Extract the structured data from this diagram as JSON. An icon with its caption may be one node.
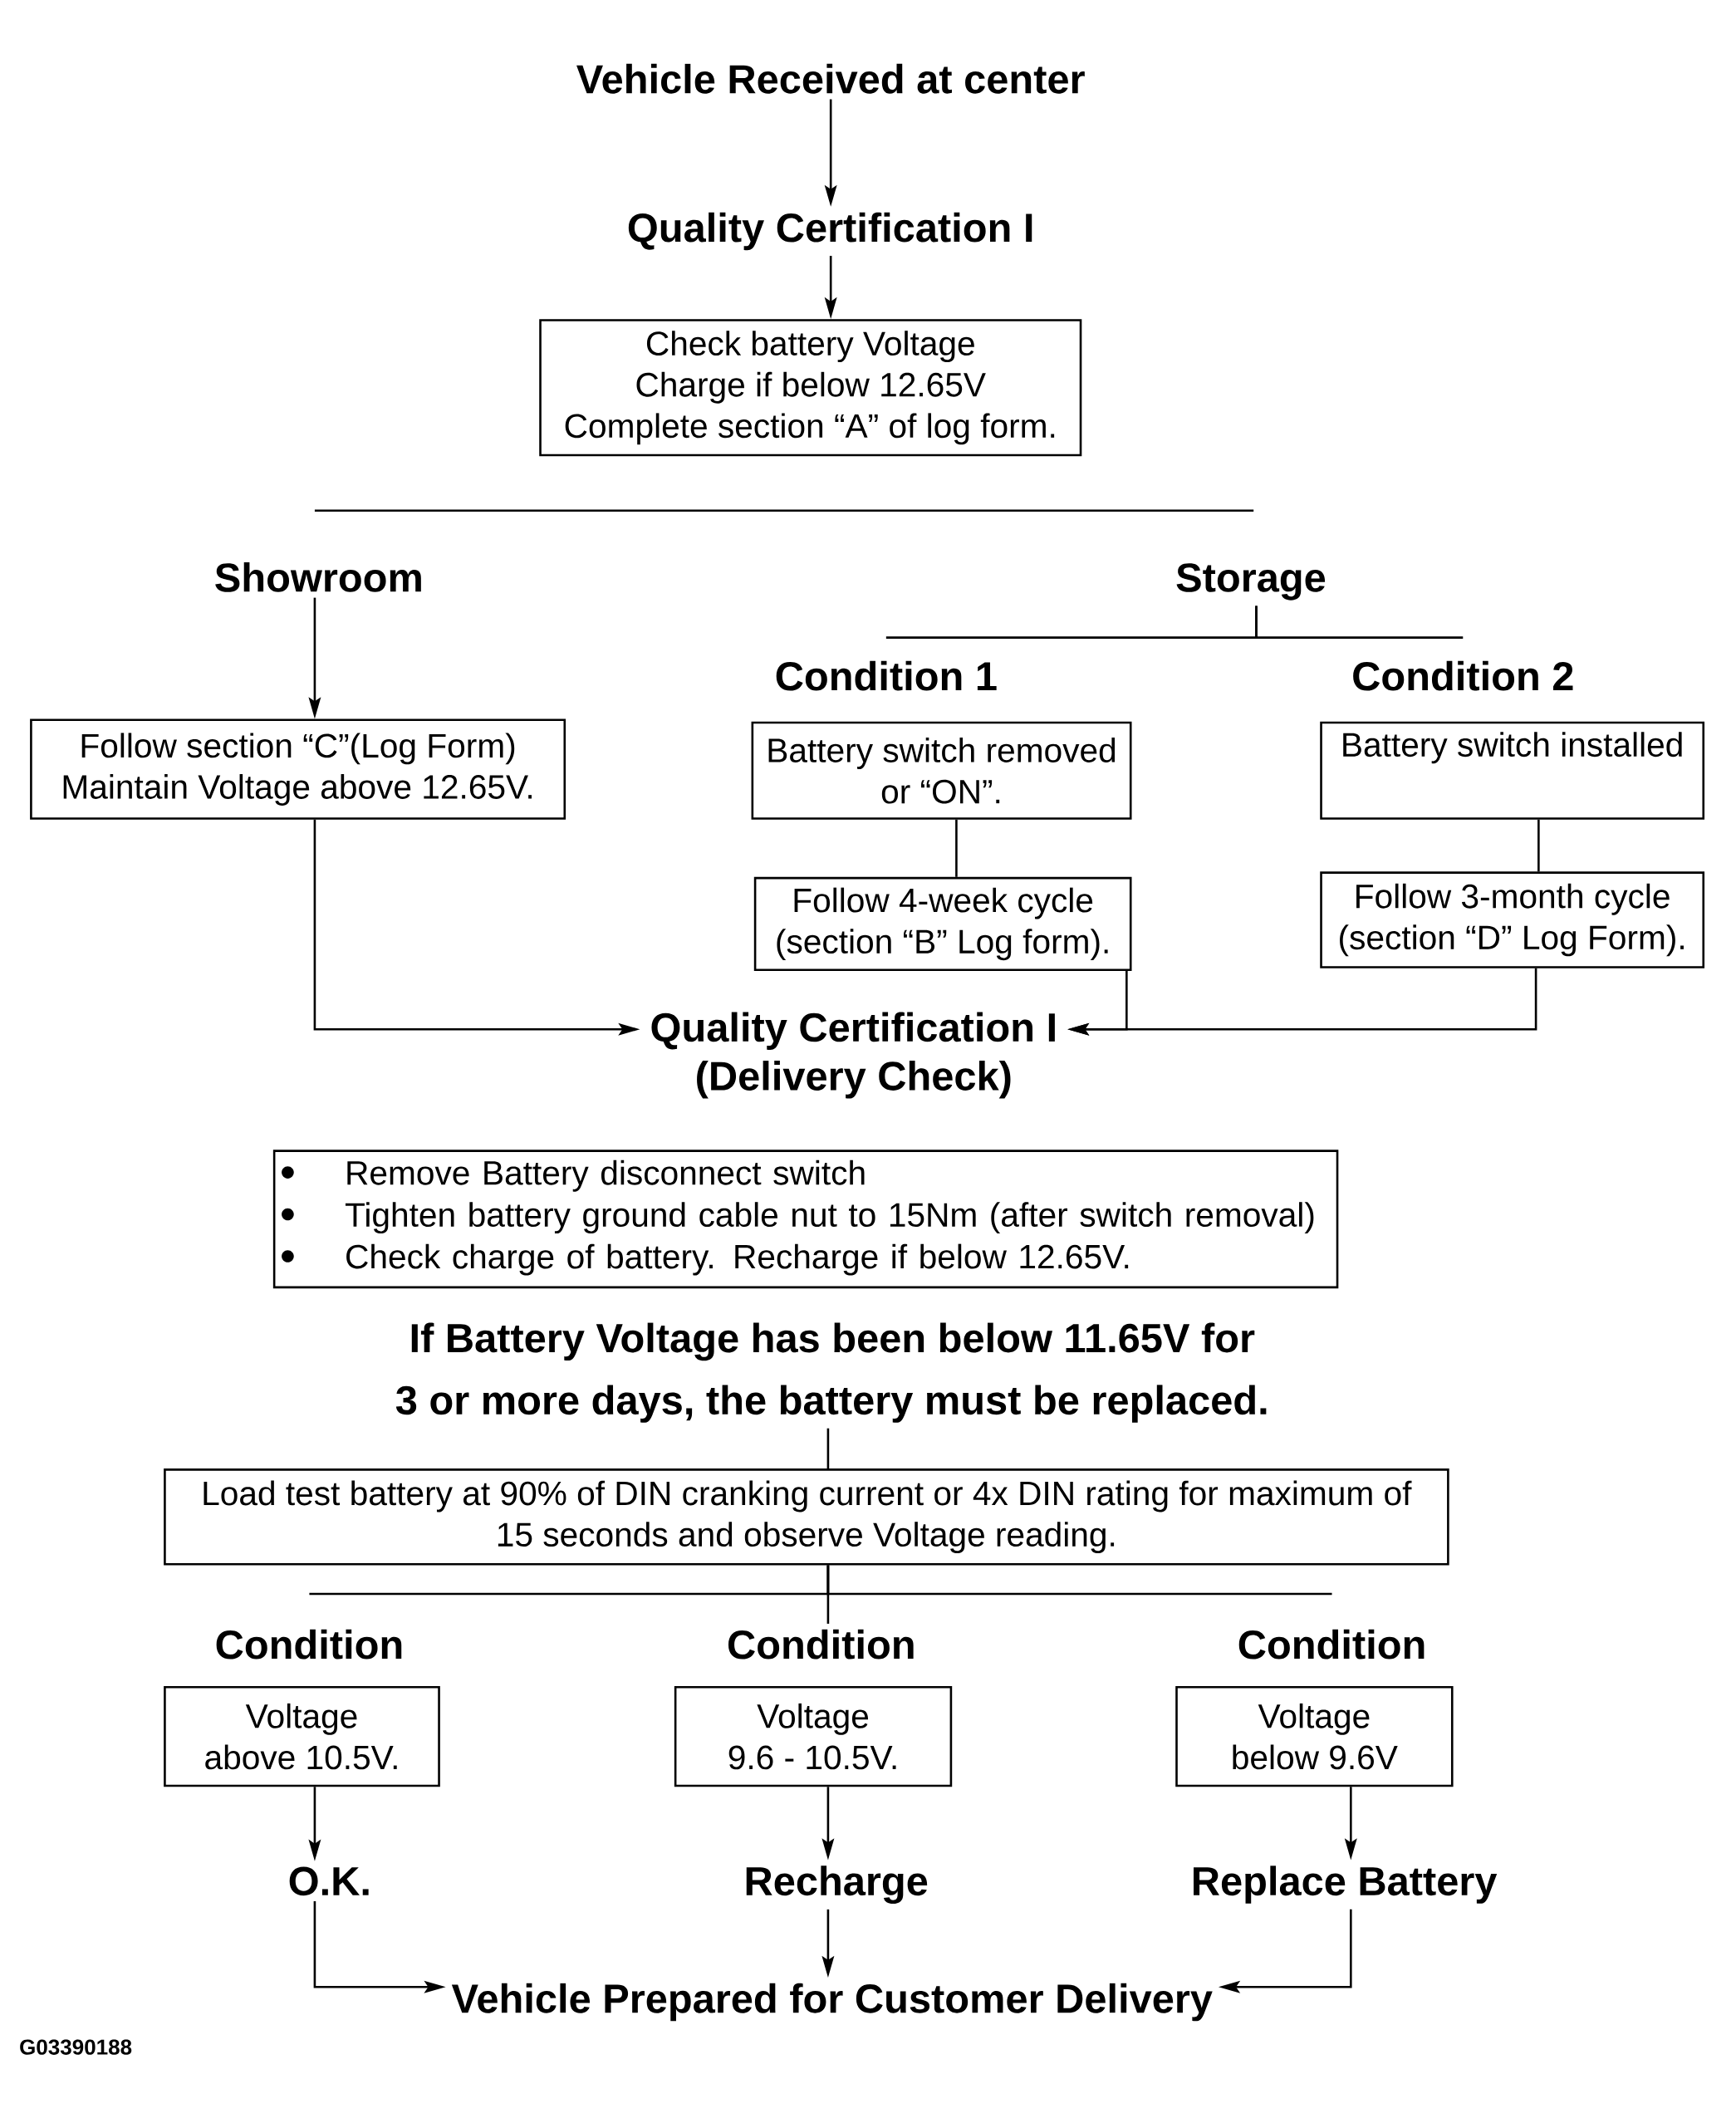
{
  "diagram": {
    "nodes": [
      {
        "text": [
          "Vehicle Received at center"
        ]
      },
      {
        "text": [
          "Quality Certification I"
        ]
      },
      {
        "text": [
          "Check battery Voltage",
          "Charge if below 12.65V",
          "Complete section “A” of log form."
        ]
      },
      {
        "text": [
          "Showroom"
        ]
      },
      {
        "text": [
          "Storage"
        ]
      },
      {
        "text": [
          "Condition 1"
        ]
      },
      {
        "text": [
          "Condition 2"
        ]
      },
      {
        "text": [
          "Follow section “C”(Log Form)",
          "Maintain Voltage above 12.65V."
        ]
      },
      {
        "text": [
          "Battery switch removed or “ON”."
        ]
      },
      {
        "text": [
          "Battery switch installed"
        ]
      },
      {
        "text": [
          "Follow 4-week cycle (section “B” Log form)."
        ]
      },
      {
        "text": [
          "Follow 3-month cycle (section “D” Log Form)."
        ]
      },
      {
        "text": [
          "Quality Certification I (Delivery Check)"
        ]
      },
      {
        "text": [
          "Remove Battery disconnect switch",
          "Tighten battery ground cable nut to 15Nm (after switch removal)",
          "Check charge of battery. Recharge if below 12.65V."
        ]
      },
      {
        "text": [
          "If Battery Voltage has been below 11.65V for 3 or more days, the battery must be replaced."
        ]
      },
      {
        "text": [
          "Load test battery at 90% of DIN cranking current or 4x DIN rating for maximum of 15 seconds and observe Voltage reading."
        ]
      },
      {
        "text": [
          "Condition"
        ]
      },
      {
        "text": [
          "Condition"
        ]
      },
      {
        "text": [
          "Condition"
        ]
      },
      {
        "text": [
          "Voltage above 10.5V."
        ]
      },
      {
        "text": [
          "Voltage 9.6 - 10.5V."
        ]
      },
      {
        "text": [
          "Voltage below 9.6V"
        ]
      },
      {
        "text": [
          "O.K."
        ]
      },
      {
        "text": [
          "Recharge"
        ]
      },
      {
        "text": [
          "Replace Battery"
        ]
      },
      {
        "text": [
          "Vehicle Prepared for Customer Delivery"
        ]
      }
    ],
    "edges": [
      {
        "from": 0,
        "to": 1,
        "arrow": "to"
      },
      {
        "from": 1,
        "to": 2,
        "arrow": "to"
      },
      {
        "from": 3,
        "to": 7,
        "arrow": "to"
      },
      {
        "from": 4,
        "to": 5,
        "arrow": "none"
      },
      {
        "from": 4,
        "to": 6,
        "arrow": "none"
      },
      {
        "from": 8,
        "to": 10,
        "arrow": "none"
      },
      {
        "from": 9,
        "to": 11,
        "arrow": "none"
      },
      {
        "from": 7,
        "to": 12,
        "arrow": "to"
      },
      {
        "from": 10,
        "to": 12,
        "arrow": "to"
      },
      {
        "from": 11,
        "to": 12,
        "arrow": "to"
      },
      {
        "from": 14,
        "to": 15,
        "arrow": "none"
      },
      {
        "from": 15,
        "to": 16,
        "arrow": "none"
      },
      {
        "from": 15,
        "to": 17,
        "arrow": "none"
      },
      {
        "from": 15,
        "to": 18,
        "arrow": "none"
      },
      {
        "from": 19,
        "to": 22,
        "arrow": "to"
      },
      {
        "from": 20,
        "to": 23,
        "arrow": "to"
      },
      {
        "from": 21,
        "to": 24,
        "arrow": "to"
      },
      {
        "from": 22,
        "to": 25,
        "arrow": "to"
      },
      {
        "from": 23,
        "to": 25,
        "arrow": "to"
      },
      {
        "from": 24,
        "to": 25,
        "arrow": "to"
      }
    ],
    "labels": [
      "G03390188"
    ]
  }
}
